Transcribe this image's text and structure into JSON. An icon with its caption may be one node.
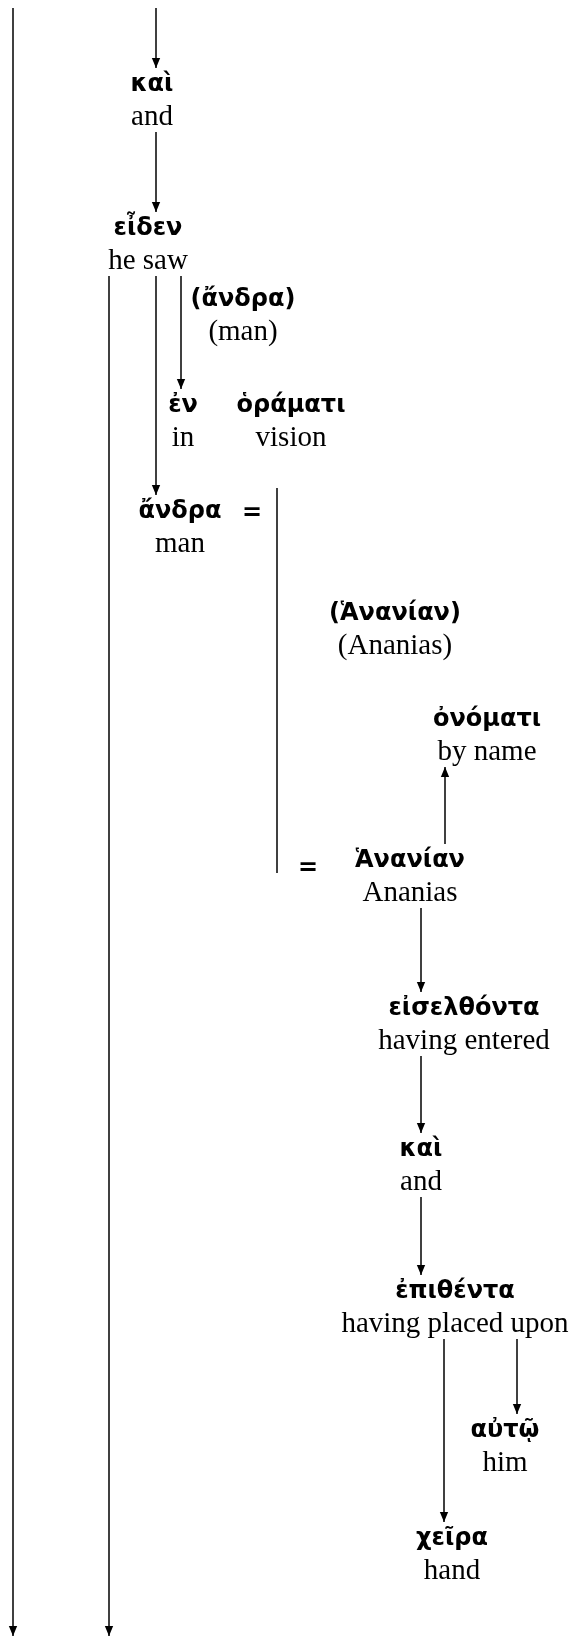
{
  "diagram": {
    "nodes": [
      {
        "text": [
          "καὶ",
          "and"
        ]
      },
      {
        "text": [
          "εἶδεν",
          "he saw"
        ]
      },
      {
        "text": [
          "(ἄνδρα)",
          "(man)"
        ]
      },
      {
        "text": [
          "ἐν",
          "in"
        ]
      },
      {
        "text": [
          "ὁράματι",
          "vision"
        ]
      },
      {
        "text": [
          "ἄνδρα",
          "man"
        ]
      },
      {
        "text": [
          "(Ἁνανίαν)",
          "(Ananias)"
        ]
      },
      {
        "text": [
          "ὀνόματι",
          "by name"
        ]
      },
      {
        "text": [
          "Ἁνανίαν",
          "Ananias"
        ]
      },
      {
        "text": [
          "εἰσελθόντα",
          "having entered"
        ]
      },
      {
        "text": [
          "καὶ",
          "and"
        ]
      },
      {
        "text": [
          "ἐπιθέντα",
          "having placed upon"
        ]
      },
      {
        "text": [
          "αὐτῷ",
          "him"
        ]
      },
      {
        "text": [
          "χεῖρα",
          "hand"
        ]
      }
    ],
    "edges": [
      {
        "from": null,
        "to": 0,
        "arrow": "to"
      },
      {
        "from": 0,
        "to": 1,
        "arrow": "to"
      },
      {
        "from": 1,
        "to": null,
        "arrow": "to"
      },
      {
        "from": 1,
        "to": 5,
        "arrow": "to"
      },
      {
        "from": 1,
        "to": 3,
        "arrow": "to"
      },
      {
        "from": 8,
        "to": 7,
        "arrow": "to"
      },
      {
        "from": 8,
        "to": 9,
        "arrow": "to"
      },
      {
        "from": 9,
        "to": 10,
        "arrow": "to"
      },
      {
        "from": 10,
        "to": 11,
        "arrow": "to"
      },
      {
        "from": 11,
        "to": 13,
        "arrow": "to"
      },
      {
        "from": 11,
        "to": 12,
        "arrow": "to"
      }
    ],
    "labels": [
      "=",
      "="
    ]
  }
}
